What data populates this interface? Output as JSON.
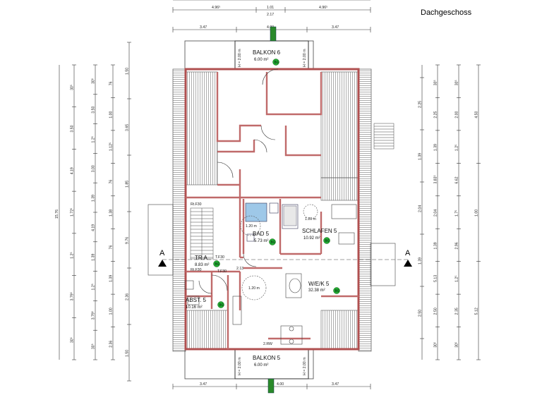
{
  "title": "Dachgeschoss",
  "colors": {
    "wall": "#c06a6a",
    "wall_dark": "#b05050",
    "roof_hatch": "#666666",
    "badge": "#22aa33",
    "fixture": "#9ec8e8",
    "railing": "#2a8a2a",
    "dim_line": "#333333"
  },
  "rooms": [
    {
      "name": "BALKON 6",
      "area": "6.00 m²",
      "badge": "BG"
    },
    {
      "name": "BAD 5",
      "area": "5.73 m²",
      "badge": "BG"
    },
    {
      "name": "SCHLAFEN 5",
      "area": "10.92 m²",
      "badge": "BG"
    },
    {
      "name": "TR A",
      "area": "8.83 m²",
      "badge": "BG"
    },
    {
      "name": "W/E/K 5",
      "area": "32.38 m²",
      "badge": "BG"
    },
    {
      "name": "ABST. 5",
      "area": "10.16 m²",
      "badge": "BG"
    },
    {
      "name": "BALKON 5",
      "area": "6.00 m²",
      "badge": ""
    }
  ],
  "misc_labels": {
    "rwa1": "Rt.F30",
    "rwa2": "Rt.F30",
    "tf30": "T.F30",
    "tf30b": "T.F30",
    "circ1": "1.20 m",
    "circ2": "1.20 m",
    "circ3": "1.20 m",
    "rw": "2.RW",
    "sb": "2.13",
    "section_left": "A",
    "section_right": "A",
    "h1": "H = 2.00 m",
    "h2": "H = 2.00 m",
    "h3": "H = 2.00 m",
    "h4": "H = 2.00 m"
  },
  "dims_top": {
    "row1": [
      "4.96⁵",
      "1.01",
      "4.96⁵"
    ],
    "row1b": "2.17",
    "row2": [
      "3.47",
      "4.00",
      "3.47"
    ]
  },
  "dims_bottom": {
    "row": [
      "3.47",
      "4.00",
      "3.47"
    ]
  },
  "dims_left": {
    "col1": [
      "30⁵",
      "3.79⁵",
      "1.2⁵",
      "1.72⁵",
      "4.19",
      "3.50",
      "30⁵"
    ],
    "col1_total": "15.76",
    "col2": [
      "30⁵",
      "3.79⁵",
      "1.2⁵",
      "1.39",
      "4.19",
      "1.39",
      "3.00",
      "1.2⁵",
      "3.50",
      "30⁵"
    ],
    "col3": [
      "1.50",
      "3.65",
      "1.85",
      "9.76",
      "2.36",
      "1.50"
    ],
    "col4": [
      "2.36",
      "1.00",
      "1.39",
      "76",
      "1.38",
      "76",
      "1.12⁵",
      "1.00",
      "76"
    ]
  },
  "dims_right": {
    "col1": [
      "2.25",
      "1.39",
      "2.04",
      "1.39",
      "2.50"
    ],
    "col2": [
      "30⁵",
      "2.25",
      "1.39",
      "3.83⁵",
      "2.04",
      "1.39",
      "5.13",
      "2.50",
      "30⁵"
    ],
    "col3": [
      "30⁵",
      "2.00",
      "1.2⁵",
      "6.62",
      "1.7⁵",
      "2.96",
      "1.2⁵",
      "2.35",
      "30⁵"
    ],
    "col4": [
      "4.50",
      "1.00",
      "5.12"
    ]
  }
}
